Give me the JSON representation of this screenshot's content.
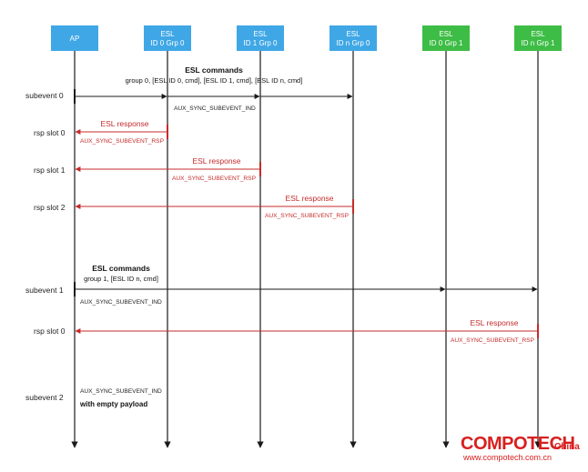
{
  "colors": {
    "header_blue": "#3fa7e6",
    "header_green": "#3ebd46",
    "request_line": "#1a1a1a",
    "response_line": "#c52b2b",
    "response_text": "#c52b2b",
    "watermark": "#d8201f"
  },
  "participants": [
    {
      "lines": [
        "AP"
      ],
      "color": "blue"
    },
    {
      "lines": [
        "ESL",
        "ID 0 Grp 0"
      ],
      "color": "blue"
    },
    {
      "lines": [
        "ESL",
        "ID 1 Grp 0"
      ],
      "color": "blue"
    },
    {
      "lines": [
        "ESL",
        "ID n Grp 0"
      ],
      "color": "blue"
    },
    {
      "lines": [
        "ESL",
        "ID 0 Grp 1"
      ],
      "color": "green"
    },
    {
      "lines": [
        "ESL",
        "ID n Grp 1"
      ],
      "color": "green"
    }
  ],
  "row_labels": [
    "subevent 0",
    "rsp slot 0",
    "rsp slot 1",
    "rsp slot 2",
    "subevent 1",
    "rsp slot 0",
    "subevent 2"
  ],
  "messages": [
    {
      "kind": "request",
      "from": 0,
      "to": 3,
      "label": "AUX_SYNC_SUBEVENT_IND"
    },
    {
      "kind": "response",
      "from": 1,
      "to": 0,
      "title": "ESL response",
      "label": "AUX_SYNC_SUBEVENT_RSP"
    },
    {
      "kind": "response",
      "from": 2,
      "to": 0,
      "title": "ESL response",
      "label": "AUX_SYNC_SUBEVENT_RSP"
    },
    {
      "kind": "response",
      "from": 3,
      "to": 0,
      "title": "ESL response",
      "label": "AUX_SYNC_SUBEVENT_RSP"
    },
    {
      "kind": "request",
      "from": 0,
      "to": 5,
      "label": "AUX_SYNC_SUBEVENT_IND"
    },
    {
      "kind": "response",
      "from": 5,
      "to": 0,
      "title": "ESL response",
      "label": "AUX_SYNC_SUBEVENT_RSP"
    }
  ],
  "annotations": {
    "group0_title": "ESL commands",
    "group0_detail": "group 0, [ESL ID 0, cmd], [ESL ID 1, cmd], [ESL ID n, cmd]",
    "group1_title": "ESL commands",
    "group1_detail": "group 1, [ESL ID n, cmd]",
    "subevent2_label": "AUX_SYNC_SUBEVENT_IND",
    "subevent2_note": "with empty payload"
  },
  "watermark": {
    "brand": "COMPOTECH",
    "region": "China",
    "url": "www.compotech.com.cn"
  }
}
